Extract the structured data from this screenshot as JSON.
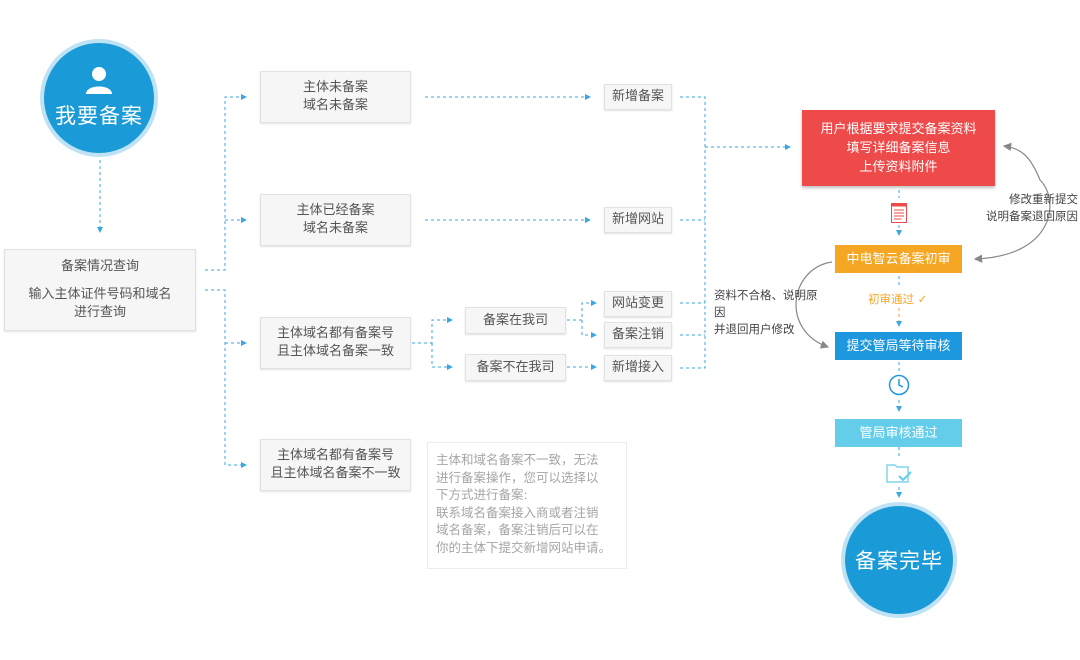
{
  "start": {
    "label": "我要备案"
  },
  "query": {
    "line1": "备案情况查询",
    "line2": "输入主体证件号码和域名",
    "line3": "进行查询"
  },
  "cases": [
    {
      "line1": "主体未备案",
      "line2": "域名未备案"
    },
    {
      "line1": "主体已经备案",
      "line2": "域名未备案"
    },
    {
      "line1": "主体域名都有备案号",
      "line2": "且主体域名备案一致"
    },
    {
      "line1": "主体域名都有备案号",
      "line2": "且主体域名备案不一致"
    }
  ],
  "sub": {
    "in": "备案在我司",
    "out": "备案不在我司"
  },
  "actions": {
    "new_record": "新增备案",
    "new_site": "新增网站",
    "site_change": "网站变更",
    "cancel_record": "备案注销",
    "new_access": "新增接入"
  },
  "note": [
    "主体和域名备案不一致，无法",
    "进行备案操作，您可以选择以",
    "下方式进行备案:",
    "联系域名备案接入商或者注销",
    "域名备案，备案注销后可以在",
    "你的主体下提交新增网站申请。"
  ],
  "submit": {
    "line1": "用户根据要求提交备案资料",
    "line2": "填写详细备案信息",
    "line3": "上传资料附件"
  },
  "review": {
    "label": "中电智云备案初审",
    "pass": "初审通过 ✓"
  },
  "bureau": {
    "label": "提交管局等待审核"
  },
  "approved": {
    "label": "管局审核通过"
  },
  "done": {
    "label": "备案完毕"
  },
  "reject": {
    "line1": "资料不合格、说明原因",
    "line2": "并退回用户修改"
  },
  "resubmit": {
    "line1": "修改重新提交",
    "line2": "说明备案退回原因"
  },
  "icons": [
    "user-icon",
    "document-icon",
    "clock-icon",
    "folder-check-icon"
  ],
  "colors": {
    "primary": "#1a9bd7",
    "red": "#ef4a4a",
    "orange": "#f5a623",
    "cyan": "#63cdea",
    "line": "#3aa7e0"
  }
}
